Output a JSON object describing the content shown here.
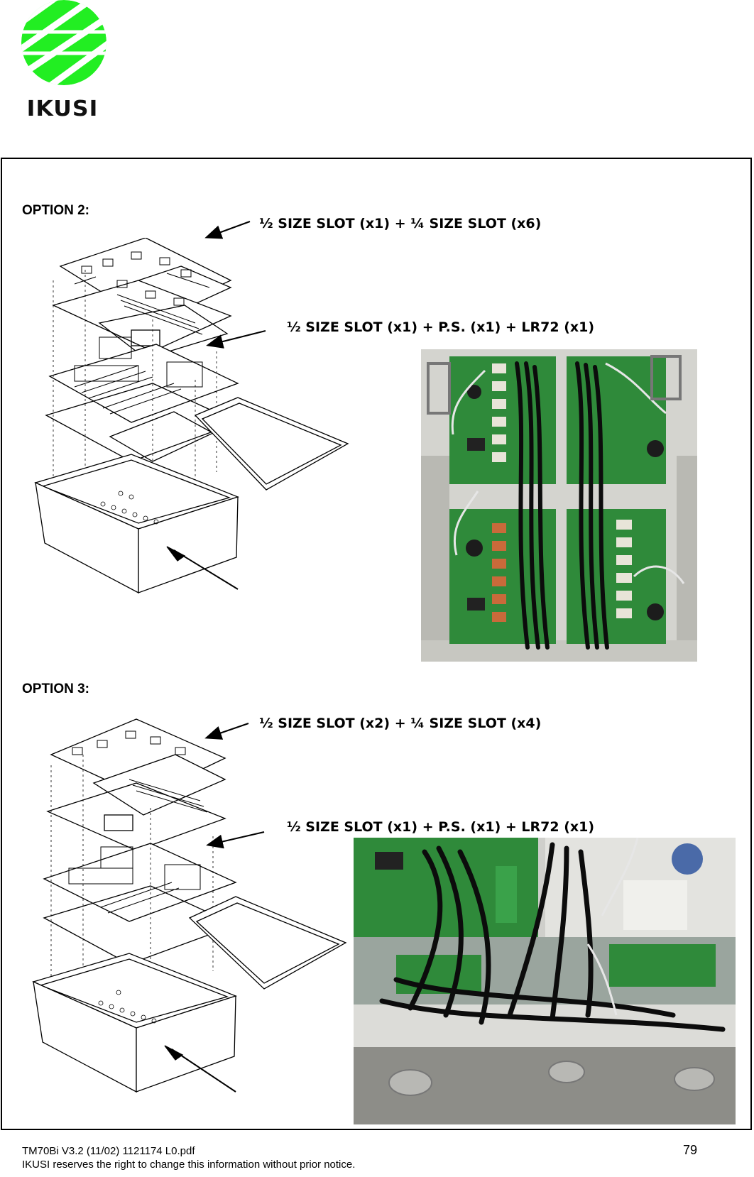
{
  "header": {
    "logo_text": "IKUSI"
  },
  "options": [
    {
      "title": "OPTION 2:",
      "callout_top": "½ SIZE SLOT (x1) + ¼ SIZE SLOT (x6)",
      "callout_bottom": "½ SIZE SLOT (x1) + P.S. (x1) +  LR72 (x1)"
    },
    {
      "title": "OPTION 3:",
      "callout_top": "½ SIZE SLOT (x2) + ¼ SIZE SLOT (x4)",
      "callout_bottom": "½ SIZE SLOT (x1) + P.S. (x1) + LR72 (x1)"
    }
  ],
  "footer": {
    "doc_ref": "TM70Bi  V3.2  (11/02)     1121174 L0.pdf",
    "notice": "IKUSI  reserves the right to change this information without  prior notice.",
    "page_number": "79"
  },
  "colors": {
    "logo_green": "#22ee22",
    "pcb_green": "#2f8a3a",
    "enclosure_grey": "#c8c8c4"
  }
}
